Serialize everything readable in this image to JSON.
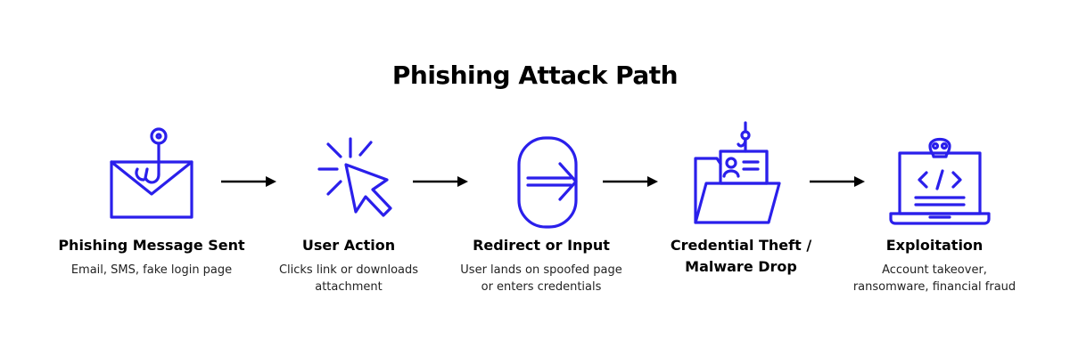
{
  "title": "Phishing Attack Path",
  "colors": {
    "icon_stroke": "#2A1FEB",
    "arrow": "#000000",
    "text": "#000000"
  },
  "stages": [
    {
      "icon": "envelope-hook-icon",
      "label_lines": [
        "Phishing Message Sent"
      ],
      "desc_lines": [
        "Email, SMS, fake login page"
      ]
    },
    {
      "icon": "cursor-click-icon",
      "label_lines": [
        "User Action"
      ],
      "desc_lines": [
        "Clicks link or downloads",
        "attachment"
      ]
    },
    {
      "icon": "redirect-arrow-icon",
      "label_lines": [
        "Redirect or Input"
      ],
      "desc_lines": [
        "User lands on spoofed page",
        "or enters credentials"
      ]
    },
    {
      "icon": "folder-id-hook-icon",
      "label_lines": [
        "Credential Theft /",
        "Malware Drop"
      ],
      "desc_lines": []
    },
    {
      "icon": "laptop-skull-code-icon",
      "label_lines": [
        "Exploitation"
      ],
      "desc_lines": [
        "Account takeover,",
        "ransomware, financial fraud"
      ]
    }
  ]
}
